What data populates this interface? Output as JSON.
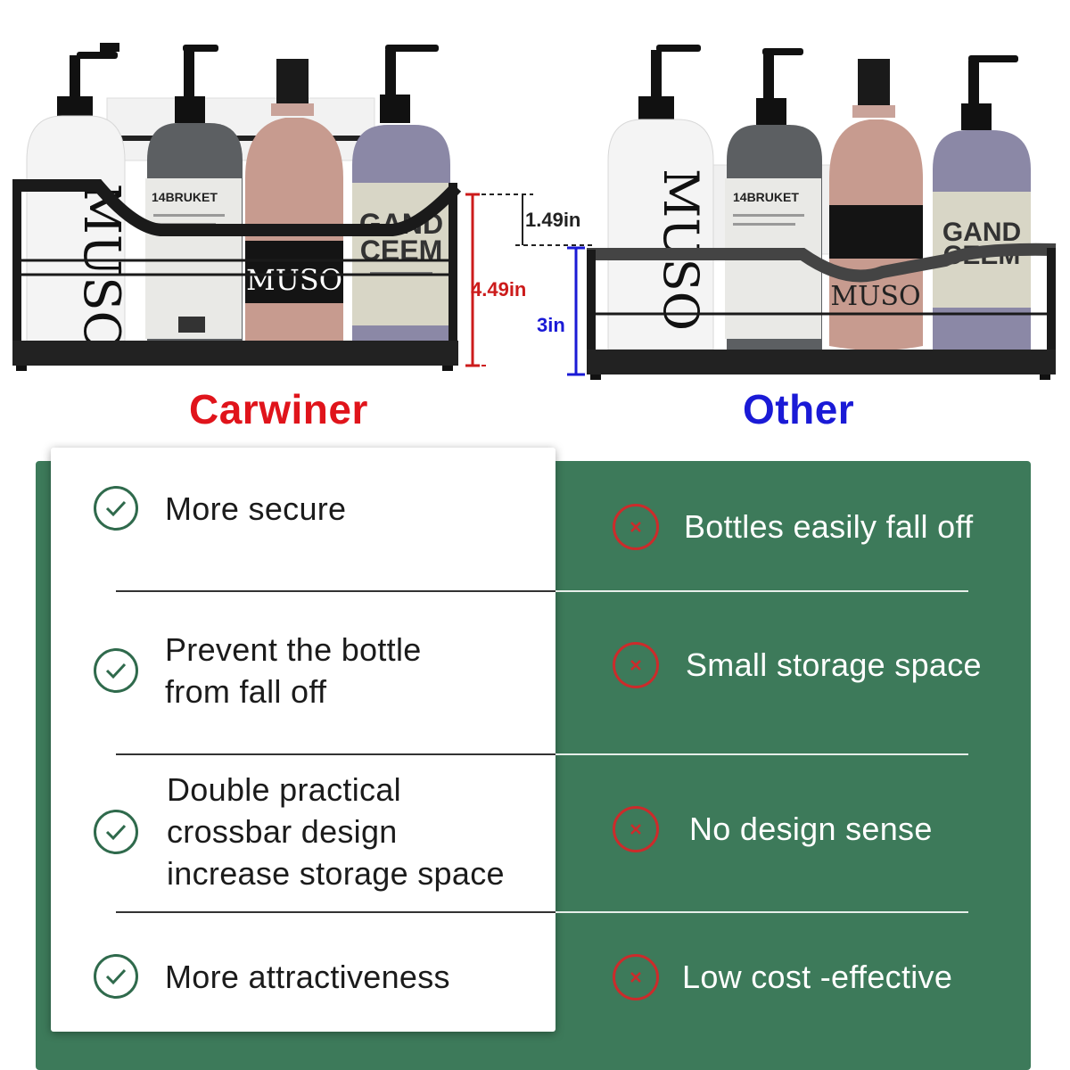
{
  "brands": {
    "left": "Carwiner",
    "right": "Other"
  },
  "dimensions": {
    "upper": "1.49in",
    "total": "4.49in",
    "lower": "3in"
  },
  "bottle_labels": {
    "muso": "MUSO",
    "gand": "GAND",
    "ceem": "CEEM",
    "bruket": "14BRUKET"
  },
  "colors": {
    "brand_left": "#e0141b",
    "brand_right": "#1a1ad6",
    "panel_green": "#3d7a5a",
    "check": "#2f6a4c",
    "cross": "#cc2b2b"
  },
  "carwiner_features": [
    {
      "icon": "check-icon",
      "lines": [
        "More secure"
      ]
    },
    {
      "icon": "check-icon",
      "lines": [
        "Prevent the bottle",
        "from fall off"
      ]
    },
    {
      "icon": "check-icon",
      "lines": [
        "Double practical",
        "crossbar design",
        "increase storage space"
      ]
    },
    {
      "icon": "check-icon",
      "lines": [
        "More attractiveness"
      ]
    }
  ],
  "other_drawbacks": [
    {
      "icon": "cross-icon",
      "text": "Bottles easily fall off"
    },
    {
      "icon": "cross-icon",
      "text": "Small storage space"
    },
    {
      "icon": "cross-icon",
      "text": "No design sense"
    },
    {
      "icon": "cross-icon",
      "text": "Low cost -effective"
    }
  ]
}
